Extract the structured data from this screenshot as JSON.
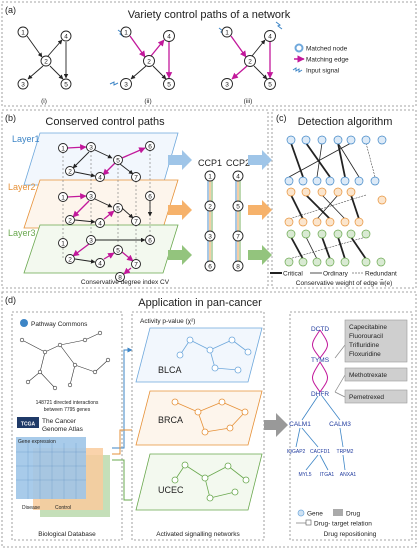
{
  "panel_a": {
    "tag": "(a)",
    "title": "Variety control paths of a network",
    "subs": [
      "(i)",
      "(ii)",
      "(iii)"
    ],
    "legend": [
      "Matched node",
      "Matching edge",
      "Input signal"
    ],
    "nodes": [
      "1",
      "2",
      "3",
      "4",
      "5"
    ]
  },
  "panel_b": {
    "tag": "(b)",
    "title": "Conserved control paths",
    "layers": [
      "Layer1",
      "Layer2",
      "Layer3"
    ],
    "ccp": [
      "CCP1",
      "CCP2"
    ],
    "ccp1": [
      "1",
      "2",
      "3",
      "6"
    ],
    "ccp2": [
      "4",
      "5",
      "7",
      "8"
    ],
    "caption": "Conservative degree index CV"
  },
  "panel_c": {
    "tag": "(c)",
    "title": "Detection algorithm",
    "legend": [
      "Critical",
      "Ordinary",
      "Redundant"
    ],
    "caption": "Conservative weight of edge w̃(e)"
  },
  "panel_d": {
    "tag": "(d)",
    "title": "Application in pan-cancer",
    "pc_name": "Pathway Commons",
    "pc_caption1": "148721 directed interactions",
    "pc_caption2": "between 7795 genes",
    "tcga_logo": "TCGA",
    "tcga_name": "The Cancer",
    "tcga_name2": "Genome Atlas",
    "gene_expr": "Gene expression",
    "disease": "Disease",
    "control": "Control",
    "bio_db": "Biological Database",
    "activity": "Activity p-value (χ²)",
    "cancers": [
      "BLCA",
      "BRCA",
      "UCEC"
    ],
    "act_net": "Activated signalling networks",
    "genes": [
      "DCTD",
      "TYMS",
      "DHFR",
      "CALM1",
      "CALM3",
      "IQGAP2",
      "CACFD1",
      "TRPM2",
      "MYL5",
      "ITGA1",
      "ANXA1"
    ],
    "drugs1": [
      "Capecitabine",
      "Fluorouracil",
      "Trifluridine",
      "Floxuridine"
    ],
    "drug2": "Methotrexate",
    "drug3": "Pemetrexed",
    "legend_gene": "Gene",
    "legend_drug": "Drug",
    "legend_rel": "Drug- target relation",
    "drug_repo": "Drug repositioning"
  },
  "colors": {
    "blue": "#6fa8dc",
    "orange": "#e69138",
    "green": "#6aa84f",
    "magenta": "#c2189b",
    "layer": "#3d85c6"
  }
}
